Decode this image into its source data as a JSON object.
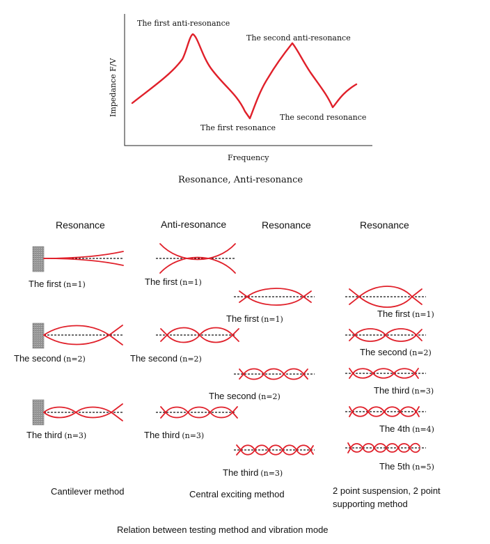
{
  "top_chart": {
    "y_axis_label": "Impedance  F/V",
    "x_axis_label": "Frequency",
    "caption": "Resonance, Anti-resonance",
    "annotations": {
      "first_anti_resonance": "The first anti-resonance",
      "second_anti_resonance": "The second anti-resonance",
      "first_resonance": "The first resonance",
      "second_resonance": "The second resonance"
    }
  },
  "column_headers": {
    "col1": "Resonance",
    "col2": "Anti-resonance",
    "col3": "Resonance",
    "col4": "Resonance"
  },
  "labels": {
    "c1_1": {
      "text": "The first",
      "n": "(n=1)"
    },
    "c1_2": {
      "text": "The second",
      "n": "(n=2)"
    },
    "c1_3": {
      "text": "The third",
      "n": "(n=3)"
    },
    "c2_1": {
      "text": "The first",
      "n": "(n=1)"
    },
    "c2_2": {
      "text": "The second",
      "n": "(n=2)"
    },
    "c2_3": {
      "text": "The third",
      "n": "(n=3)"
    },
    "c3_1": {
      "text": "The first",
      "n": "(n=1)"
    },
    "c3_2": {
      "text": "The second",
      "n": "(n=2)"
    },
    "c3_3": {
      "text": "The third",
      "n": "(n=3)"
    },
    "c4_1": {
      "text": "The first",
      "n": "(n=1)"
    },
    "c4_2": {
      "text": "The second",
      "n": "(n=2)"
    },
    "c4_3": {
      "text": "The third",
      "n": "(n=3)"
    },
    "c4_4": {
      "text": "The 4th",
      "n": "(n=4)"
    },
    "c4_5": {
      "text": "The 5th",
      "n": "(n=5)"
    }
  },
  "method_captions": {
    "cantilever": "Cantilever method",
    "central": "Central exciting method",
    "two_point_line1": "2 point suspension, 2 point",
    "two_point_line2": "supporting method"
  },
  "bottom_caption": "Relation between testing method and vibration mode",
  "colors": {
    "curve": "#e0202a",
    "clamp": "#9a9a9a"
  }
}
